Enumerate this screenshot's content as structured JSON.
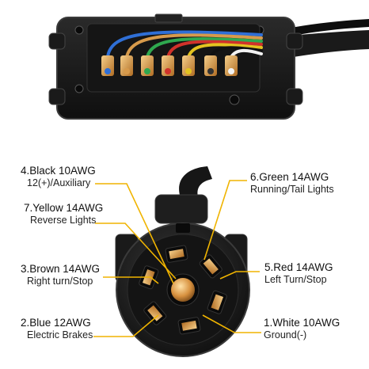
{
  "callouts": {
    "black": {
      "title": "4.Black 10AWG",
      "subtitle": "12(+)/Auxiliary"
    },
    "yellow": {
      "title": "7.Yellow 14AWG",
      "subtitle": "Reverse Lights"
    },
    "brown": {
      "title": "3.Brown 14AWG",
      "subtitle": "Right turn/Stop"
    },
    "blue": {
      "title": "2.Blue 12AWG",
      "subtitle": "Electric Brakes"
    },
    "green": {
      "title": "6.Green 14AWG",
      "subtitle": "Running/Tail Lights"
    },
    "red": {
      "title": "5.Red 14AWG",
      "subtitle": "Left Turn/Stop"
    },
    "white": {
      "title": "1.White  10AWG",
      "subtitle": "Ground(-)"
    }
  },
  "colors": {
    "housing": "#1c1c1c",
    "housing_edge": "#3a3a3a",
    "leader_line": "#f0b400",
    "brass": "#d79a4b",
    "wire_blue": "#2f6fd6",
    "wire_green": "#2fa84f",
    "wire_red": "#d0322b",
    "wire_white": "#f2f2f2",
    "wire_black": "#111111",
    "wire_brown": "#8a5a2b",
    "wire_yellow": "#e3c320"
  }
}
